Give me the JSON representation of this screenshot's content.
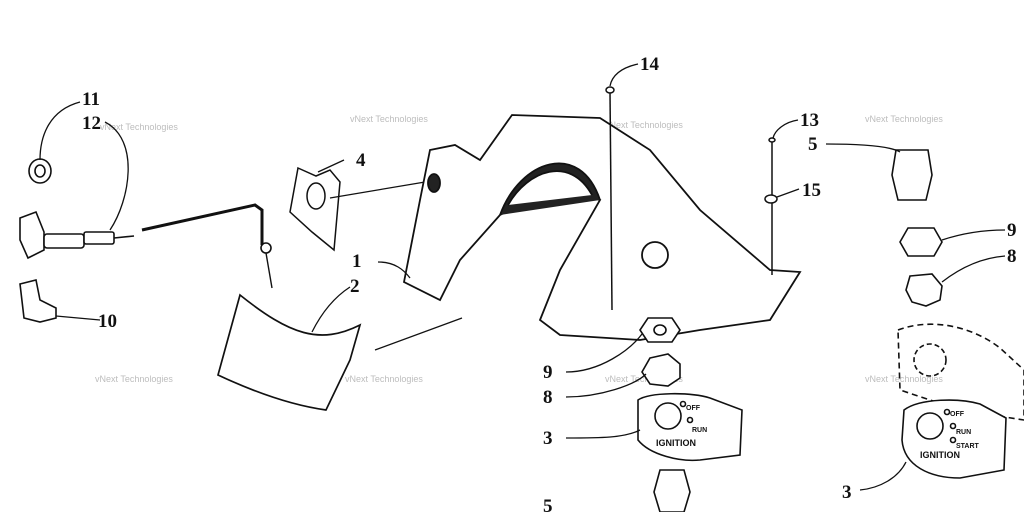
{
  "watermark": "vNext Technologies",
  "callouts": {
    "c1": "1",
    "c2": "2",
    "c3a": "3",
    "c3b": "3",
    "c4": "4",
    "c5a": "5",
    "c5b": "5",
    "c8a": "8",
    "c8b": "8",
    "c9a": "9",
    "c9b": "9",
    "c10": "10",
    "c11": "11",
    "c12": "12",
    "c13": "13",
    "c14": "14",
    "c15": "15"
  },
  "switch_plate_a": {
    "title": "IGNITION",
    "pos1": "OFF",
    "pos2": "RUN"
  },
  "switch_plate_b": {
    "title": "IGNITION",
    "pos1": "OFF",
    "pos2": "RUN",
    "pos3": "START"
  }
}
